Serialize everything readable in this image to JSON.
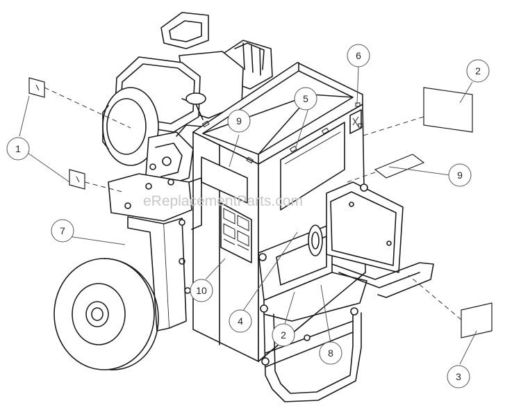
{
  "watermark": "eReplacementParts.com",
  "callouts": [
    {
      "id": "callout-1-upper",
      "label": "1"
    },
    {
      "id": "callout-2-right",
      "label": "2"
    },
    {
      "id": "callout-2-lower",
      "label": "2"
    },
    {
      "id": "callout-3",
      "label": "3"
    },
    {
      "id": "callout-4",
      "label": "4"
    },
    {
      "id": "callout-5",
      "label": "5"
    },
    {
      "id": "callout-6",
      "label": "6"
    },
    {
      "id": "callout-7",
      "label": "7"
    },
    {
      "id": "callout-8",
      "label": "8"
    },
    {
      "id": "callout-9-upper",
      "label": "9"
    },
    {
      "id": "callout-9-right",
      "label": "9"
    },
    {
      "id": "callout-10",
      "label": "10"
    }
  ]
}
